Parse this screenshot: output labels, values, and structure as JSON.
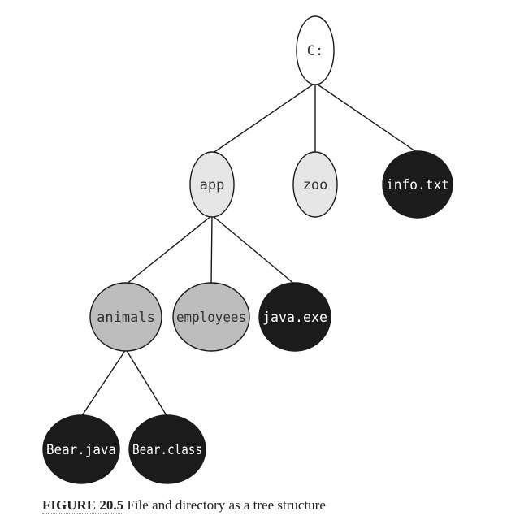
{
  "colors": {
    "root_fill": "#ffffff",
    "directory_fill_level1": "#e6e6e6",
    "directory_fill_level2": "#bdbdbd",
    "file_fill": "#1b1b1b",
    "dark_text": "#333333",
    "light_text": "#ffffff"
  },
  "tree": {
    "root": {
      "label": "C:",
      "kind": "root"
    },
    "nodes": [
      {
        "id": "root",
        "label": "C:",
        "kind": "root",
        "parent": null
      },
      {
        "id": "app",
        "label": "app",
        "kind": "directory",
        "parent": "root"
      },
      {
        "id": "zoo",
        "label": "zoo",
        "kind": "directory",
        "parent": "root"
      },
      {
        "id": "info",
        "label": "info.txt",
        "kind": "file",
        "parent": "root"
      },
      {
        "id": "animals",
        "label": "animals",
        "kind": "directory",
        "parent": "app"
      },
      {
        "id": "employees",
        "label": "employees",
        "kind": "directory",
        "parent": "app"
      },
      {
        "id": "javaexe",
        "label": "java.exe",
        "kind": "file",
        "parent": "app"
      },
      {
        "id": "bearjava",
        "label": "Bear.java",
        "kind": "file",
        "parent": "animals"
      },
      {
        "id": "bearclass",
        "label": "Bear.class",
        "kind": "file",
        "parent": "animals"
      }
    ]
  },
  "caption": {
    "label": "FIGURE 20.5",
    "text": "File and directory as a tree structure"
  }
}
